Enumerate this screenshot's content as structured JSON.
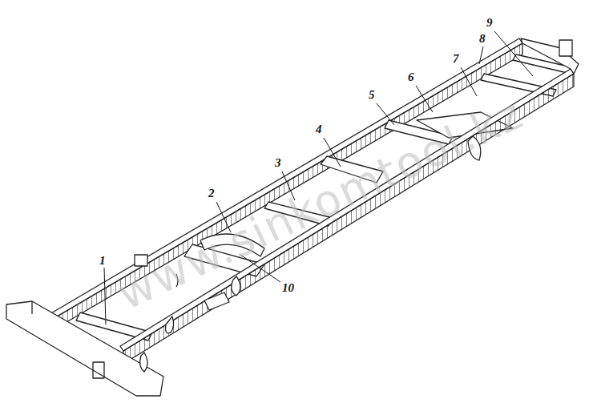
{
  "diagram": {
    "labels": [
      "1",
      "2",
      "3",
      "4",
      "5",
      "6",
      "7",
      "8",
      "9",
      "10",
      "www.sinkomtool.kz"
    ]
  }
}
